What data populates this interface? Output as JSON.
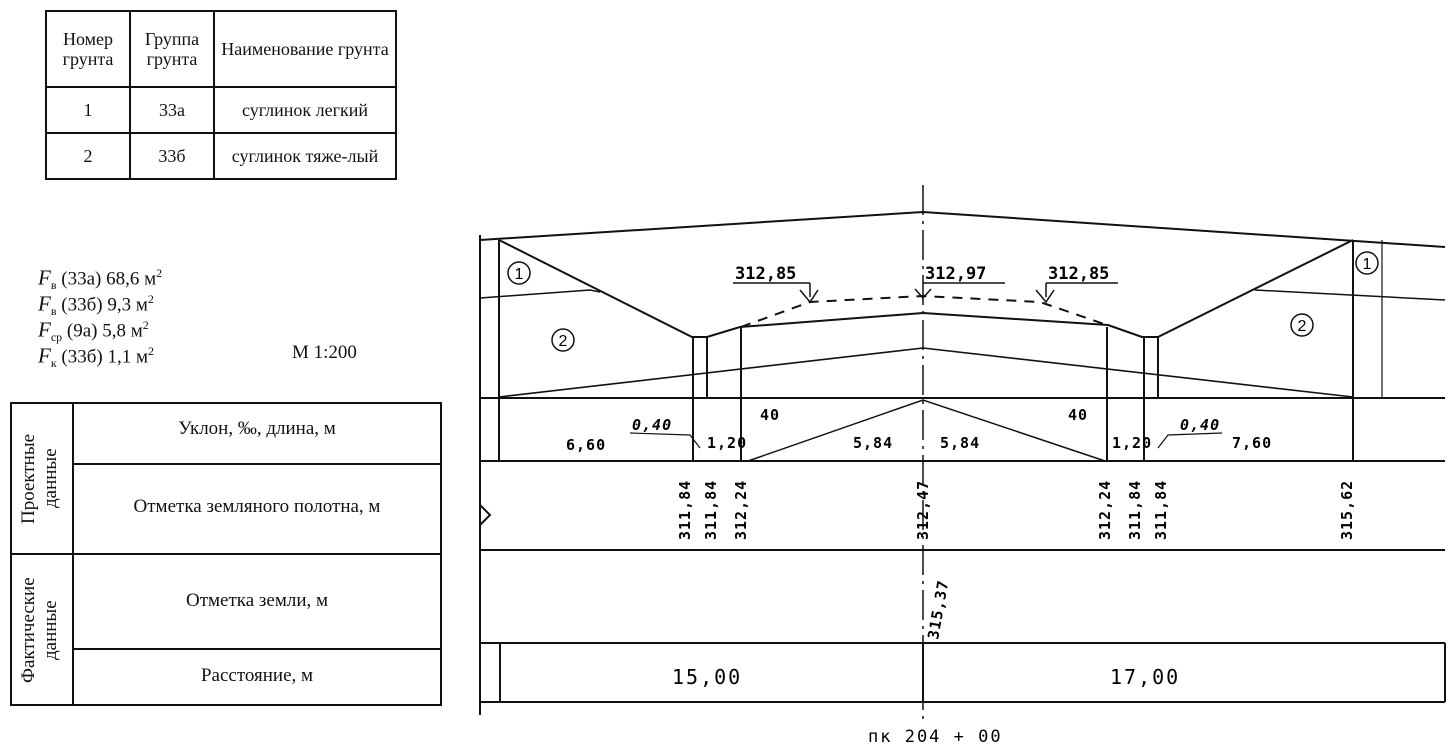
{
  "soil_table": {
    "headers": [
      "Номер грунта",
      "Группа грунта",
      "Наименование грунта"
    ],
    "rows": [
      {
        "number": "1",
        "group": "33а",
        "name": "суглинок легкий"
      },
      {
        "number": "2",
        "group": "33б",
        "name": "суглинок тяже-лый"
      }
    ]
  },
  "formulas": [
    {
      "symbol": "F",
      "sub": "в",
      "text": " (33а) 68,6 м",
      "sup": "2"
    },
    {
      "symbol": "F",
      "sub": "в",
      "text": " (33б) 9,3 м",
      "sup": "2"
    },
    {
      "symbol": "F",
      "sub": "ср",
      "text": " (9а) 5,8 м",
      "sup": "2"
    },
    {
      "symbol": "F",
      "sub": "к",
      "text": " (33б) 1,1 м",
      "sup": "2"
    }
  ],
  "scale": "М 1:200",
  "profile_table": {
    "group_design": "Проектные данные",
    "group_actual": "Фактические данные",
    "row_slope": "Уклон, ‰, длина, м",
    "row_subgrade": "Отметка земляного полотна, м",
    "row_ground": "Отметка земли, м",
    "row_distance": "Расстояние, м"
  },
  "cross_section": {
    "soil_marker_1": "1",
    "soil_marker_2": "2",
    "level_left": "312,85",
    "level_center": "312,97",
    "level_right": "312,85"
  },
  "slope_row": {
    "left_outer": "6,60",
    "left_step": "0,40",
    "left_shoulder": "1,20",
    "left_slope": "40",
    "left_half": "5,84",
    "right_half": "5,84",
    "right_slope": "40",
    "right_shoulder": "1,20",
    "right_step": "0,40",
    "right_outer": "7,60"
  },
  "subgrade_marks": [
    "311,84",
    "311,84",
    "312,24",
    "312,47",
    "312,24",
    "311,84",
    "311,84",
    "315,62"
  ],
  "ground_mark": "315,37",
  "distances": {
    "left": "15,00",
    "right": "17,00"
  },
  "picket": "пк 204 + 00"
}
